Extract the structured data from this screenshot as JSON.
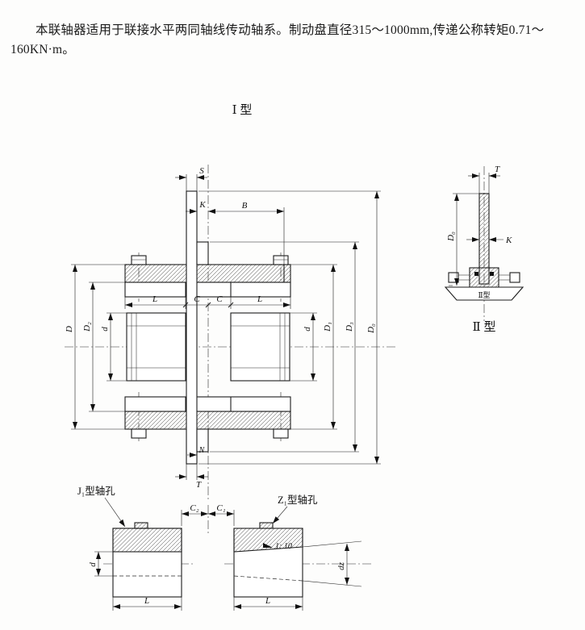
{
  "page": {
    "intro": "本联轴器适用于联接水平两同轴线传动轴系。制动盘直径315～1000mm,传递公称转矩0.71～160KN·m。"
  },
  "titles": {
    "type1": "Ⅰ 型",
    "type2": "Ⅱ 型",
    "type2_small": "Ⅱ型",
    "j1": "J₁型轴孔",
    "z1": "Z₁型轴孔",
    "taper": "1: 10"
  },
  "dims": {
    "S": "S",
    "K": "K",
    "B": "B",
    "L1": "L",
    "C1m": "C",
    "C2m": "C",
    "L2": "L",
    "D": "D",
    "D2": "D₂",
    "d_left": "d",
    "d_right": "d",
    "D1": "D₁",
    "D3": "D₃",
    "D0": "D₀",
    "N": "N",
    "T": "T",
    "t2_T": "T",
    "t2_D0": "D₀",
    "t2_K": "K",
    "C2": "C₂",
    "C1": "C₁",
    "j1_d": "d",
    "j1_L": "L",
    "z1_L": "L",
    "z1_dz": "dz"
  }
}
